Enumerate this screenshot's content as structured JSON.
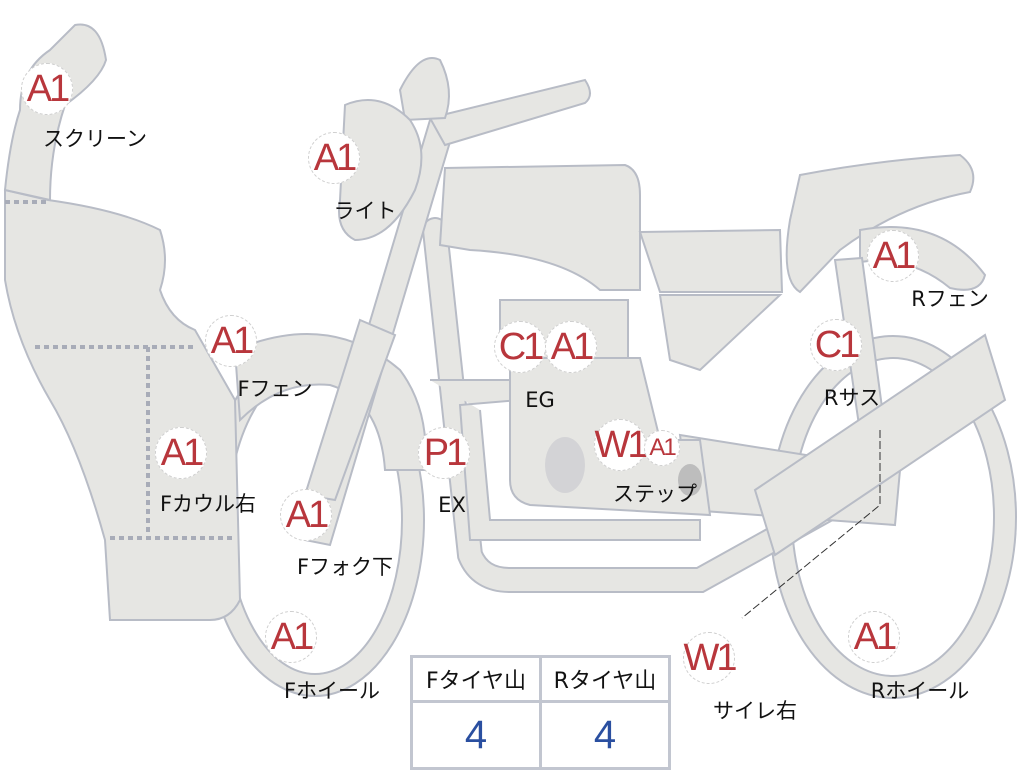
{
  "colors": {
    "marker_text": "#b8363c",
    "body_fill": "#e6e6e3",
    "outline": "#b8bcc6",
    "value_text": "#2a4fa0"
  },
  "markers": [
    {
      "code": "A1",
      "part": "スクリーン"
    },
    {
      "code": "A1",
      "part": "ライト"
    },
    {
      "code": "A1",
      "part": "Fフェン"
    },
    {
      "code": "A1",
      "part": "Fカウル右"
    },
    {
      "code": "A1",
      "part": "Fフォク下"
    },
    {
      "code": "A1",
      "part": "Fホイール"
    },
    {
      "code": "C1",
      "code2": "A1",
      "part": "EG"
    },
    {
      "code": "P1",
      "part": "EX"
    },
    {
      "code": "W1",
      "code2": "A1",
      "part": "ステップ"
    },
    {
      "code": "A1",
      "part": "Rフェン"
    },
    {
      "code": "C1",
      "part": "Rサス"
    },
    {
      "code": "W1",
      "part": "サイレ右"
    },
    {
      "code": "A1",
      "part": "Rホイール"
    }
  ],
  "tire_table": {
    "headers": [
      "Fタイヤ山",
      "Rタイヤ山"
    ],
    "values": [
      "4",
      "4"
    ]
  }
}
